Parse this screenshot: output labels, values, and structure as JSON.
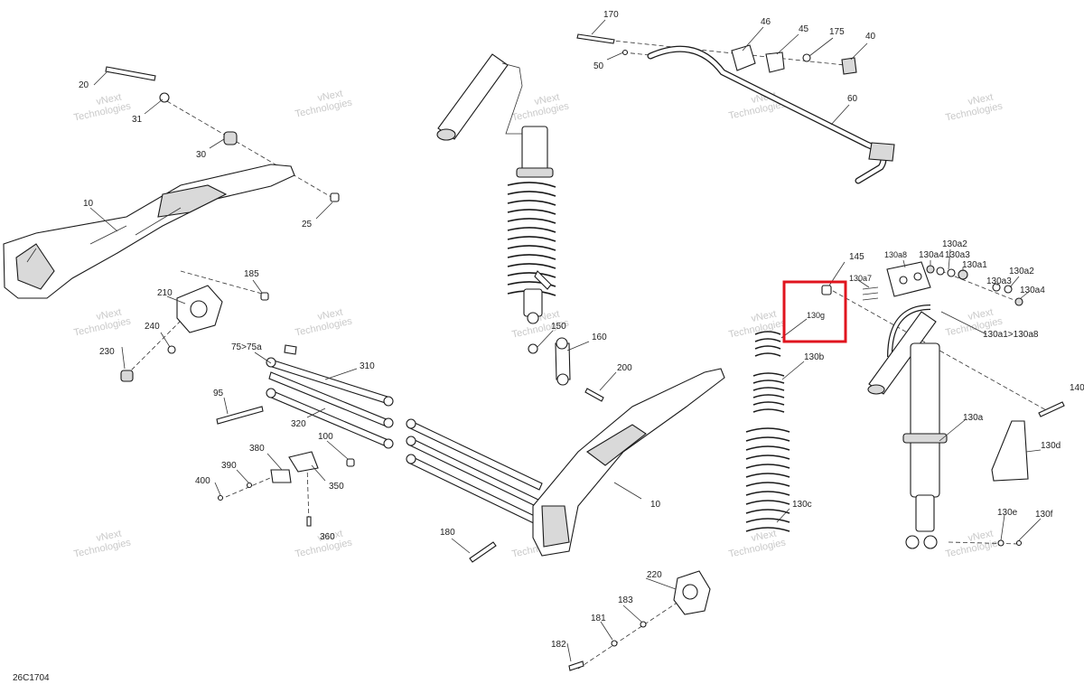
{
  "diagram_code": "26C1704",
  "watermark": {
    "line1": "vNext",
    "line2": "Technologies"
  },
  "highlight": {
    "label": "130g",
    "color": "#e0141e"
  },
  "callouts": {
    "p170": "170",
    "p46": "46",
    "p45": "45",
    "p175": "175",
    "p40": "40",
    "p50": "50",
    "p60": "60",
    "p20": "20",
    "p31": "31",
    "p30": "30",
    "p10a": "10",
    "p25": "25",
    "p185": "185",
    "p210": "210",
    "p240": "240",
    "p230": "230",
    "p75": "75>75a",
    "p310": "310",
    "p95": "95",
    "p320": "320",
    "p100": "100",
    "p380": "380",
    "p390": "390",
    "p400": "400",
    "p350": "350",
    "p360": "360",
    "p150": "150",
    "p160": "160",
    "p200": "200",
    "p10b": "10",
    "p180": "180",
    "p220": "220",
    "p183": "183",
    "p181": "181",
    "p182": "182",
    "p145": "145",
    "p130g": "130g",
    "p130b": "130b",
    "p130c": "130c",
    "p130a8": "130a8",
    "p130a7": "130a7",
    "p130a4": "130a4",
    "p130a2": "130a2",
    "p130a3": "130a3",
    "p130a1": "130a1",
    "p130a3b": "130a3",
    "p130a2b": "130a2",
    "p130a4b": "130a4",
    "p130a1r": "130a1>130a8",
    "p140": "140",
    "p130a": "130a",
    "p130d": "130d",
    "p130e": "130e",
    "p130f": "130f"
  }
}
